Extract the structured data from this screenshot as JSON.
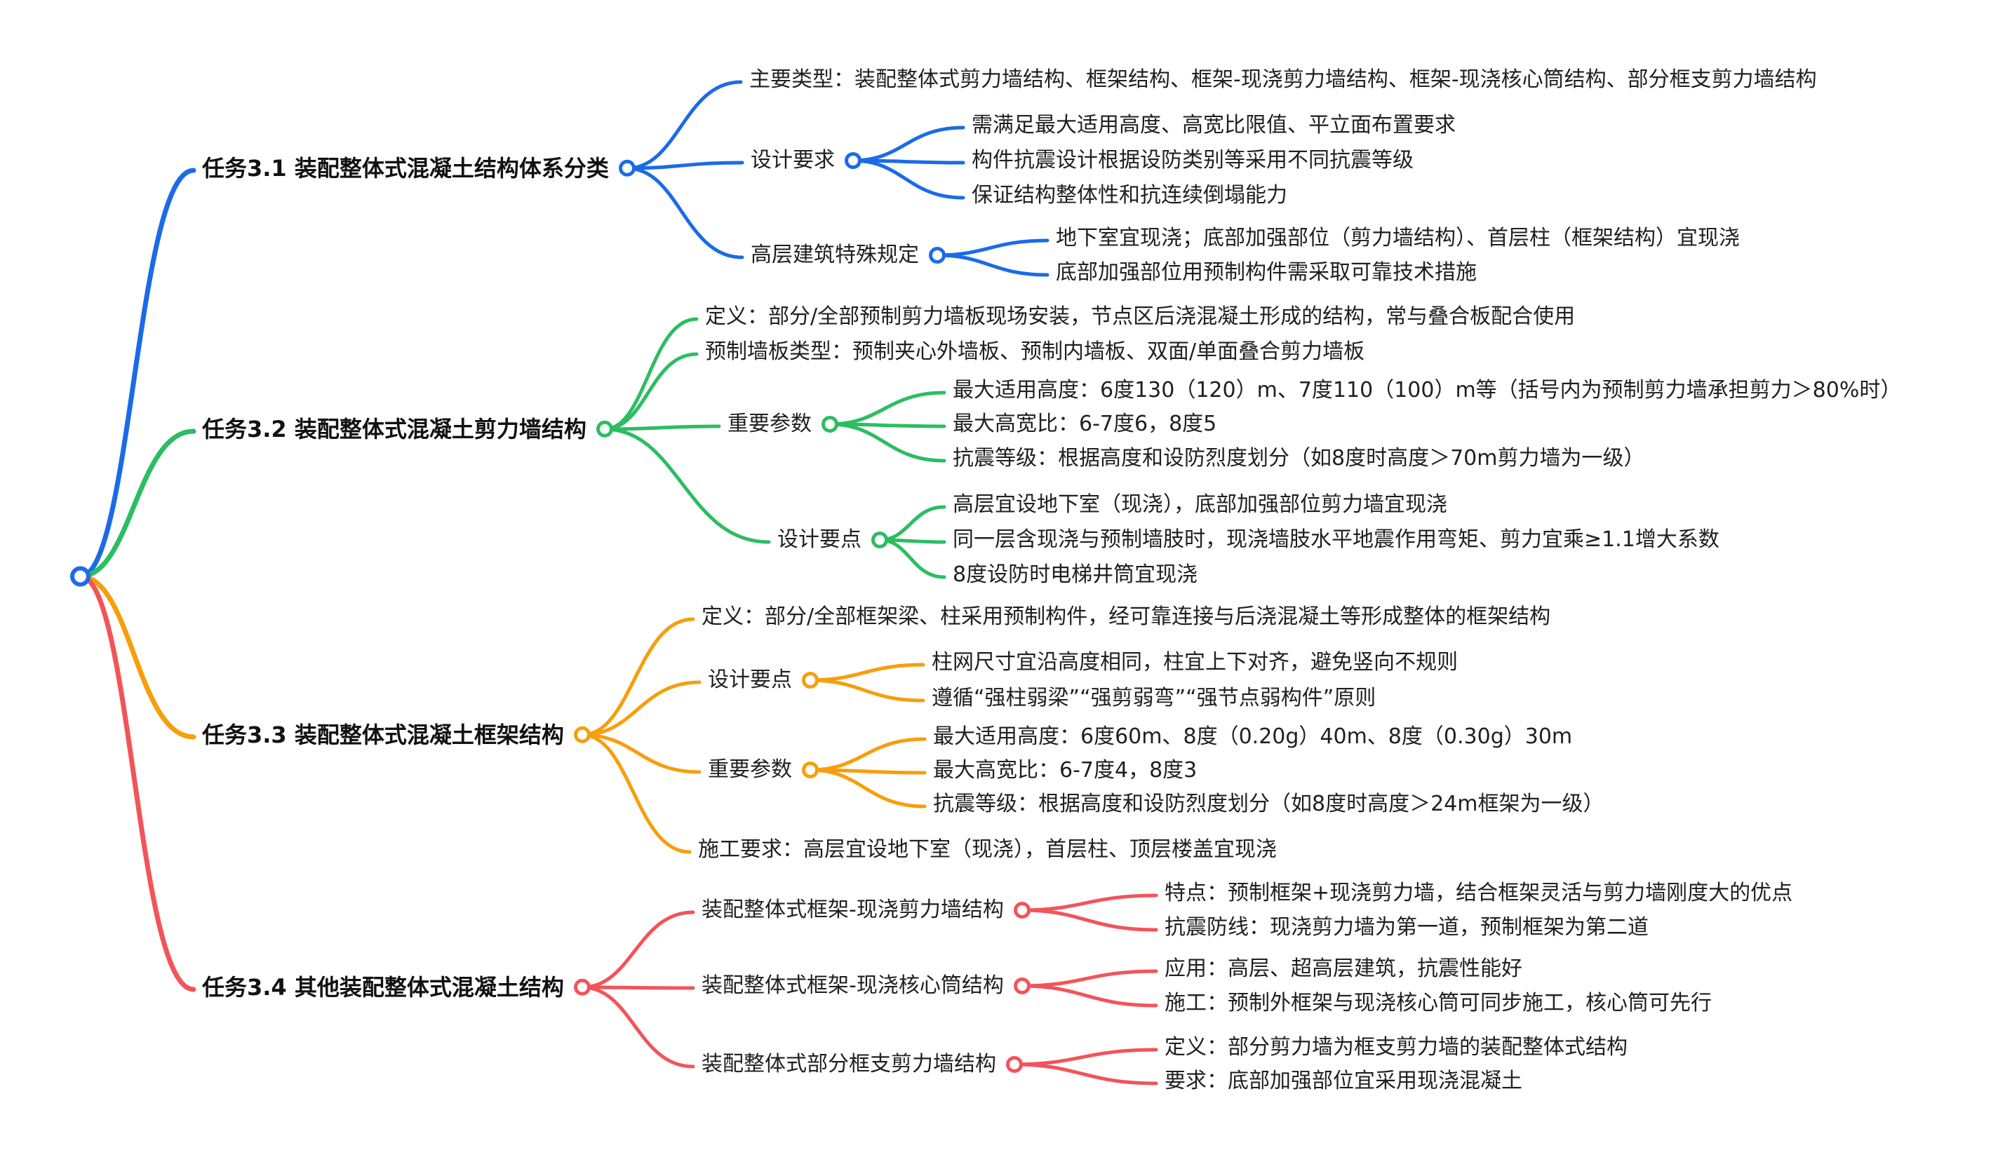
{
  "branch_colors": [
    "#1B6BE8",
    "#2CBD62",
    "#F79E0B",
    "#F25459"
  ],
  "text_color": "#1F1F1F",
  "branches": [
    {
      "label": "任务3.1 装配整体式混凝土结构体系分类",
      "children": [
        {
          "label": "主要类型：装配整体式剪力墙结构、框架结构、框架-现浇剪力墙结构、框架-现浇核心筒结构、部分框支剪力墙结构"
        },
        {
          "label": "设计要求",
          "children": [
            {
              "label": "需满足最大适用高度、高宽比限值、平立面布置要求"
            },
            {
              "label": "构件抗震设计根据设防类别等采用不同抗震等级"
            },
            {
              "label": "保证结构整体性和抗连续倒塌能力"
            }
          ]
        },
        {
          "label": "高层建筑特殊规定",
          "children": [
            {
              "label": "地下室宜现浇；底部加强部位（剪力墙结构）、首层柱（框架结构）宜现浇"
            },
            {
              "label": "底部加强部位用预制构件需采取可靠技术措施"
            }
          ]
        }
      ]
    },
    {
      "label": "任务3.2 装配整体式混凝土剪力墙结构",
      "children": [
        {
          "label": "定义：部分/全部预制剪力墙板现场安装，节点区后浇混凝土形成的结构，常与叠合板配合使用"
        },
        {
          "label": "预制墙板类型：预制夹心外墙板、预制内墙板、双面/单面叠合剪力墙板"
        },
        {
          "label": "重要参数",
          "children": [
            {
              "label": "最大适用高度：6度130（120）m、7度110（100）m等（括号内为预制剪力墙承担剪力＞80%时）"
            },
            {
              "label": "最大高宽比：6-7度6，8度5"
            },
            {
              "label": "抗震等级：根据高度和设防烈度划分（如8度时高度＞70m剪力墙为一级）"
            }
          ]
        },
        {
          "label": "设计要点",
          "children": [
            {
              "label": "高层宜设地下室（现浇），底部加强部位剪力墙宜现浇"
            },
            {
              "label": "同一层含现浇与预制墙肢时，现浇墙肢水平地震作用弯矩、剪力宜乘≥1.1增大系数"
            },
            {
              "label": "8度设防时电梯井筒宜现浇"
            }
          ]
        }
      ]
    },
    {
      "label": "任务3.3 装配整体式混凝土框架结构",
      "children": [
        {
          "label": "定义：部分/全部框架梁、柱采用预制构件，经可靠连接与后浇混凝土等形成整体的框架结构"
        },
        {
          "label": "设计要点",
          "children": [
            {
              "label": "柱网尺寸宜沿高度相同，柱宜上下对齐，避免竖向不规则"
            },
            {
              "label": "遵循“强柱弱梁”“强剪弱弯”“强节点弱构件”原则"
            }
          ]
        },
        {
          "label": "重要参数",
          "children": [
            {
              "label": "最大适用高度：6度60m、8度（0.20g）40m、8度（0.30g）30m"
            },
            {
              "label": "最大高宽比：6-7度4，8度3"
            },
            {
              "label": "抗震等级：根据高度和设防烈度划分（如8度时高度＞24m框架为一级）"
            }
          ]
        },
        {
          "label": "施工要求：高层宜设地下室（现浇），首层柱、顶层楼盖宜现浇"
        }
      ]
    },
    {
      "label": "任务3.4 其他装配整体式混凝土结构",
      "children": [
        {
          "label": "装配整体式框架-现浇剪力墙结构",
          "children": [
            {
              "label": "特点：预制框架+现浇剪力墙，结合框架灵活与剪力墙刚度大的优点"
            },
            {
              "label": "抗震防线：现浇剪力墙为第一道，预制框架为第二道"
            }
          ]
        },
        {
          "label": "装配整体式框架-现浇核心筒结构",
          "children": [
            {
              "label": "应用：高层、超高层建筑，抗震性能好"
            },
            {
              "label": "施工：预制外框架与现浇核心筒可同步施工，核心筒可先行"
            }
          ]
        },
        {
          "label": "装配整体式部分框支剪力墙结构",
          "children": [
            {
              "label": "定义：部分剪力墙为框支剪力墙的装配整体式结构"
            },
            {
              "label": "要求：底部加强部位宜采用现浇混凝土"
            }
          ]
        }
      ]
    }
  ]
}
